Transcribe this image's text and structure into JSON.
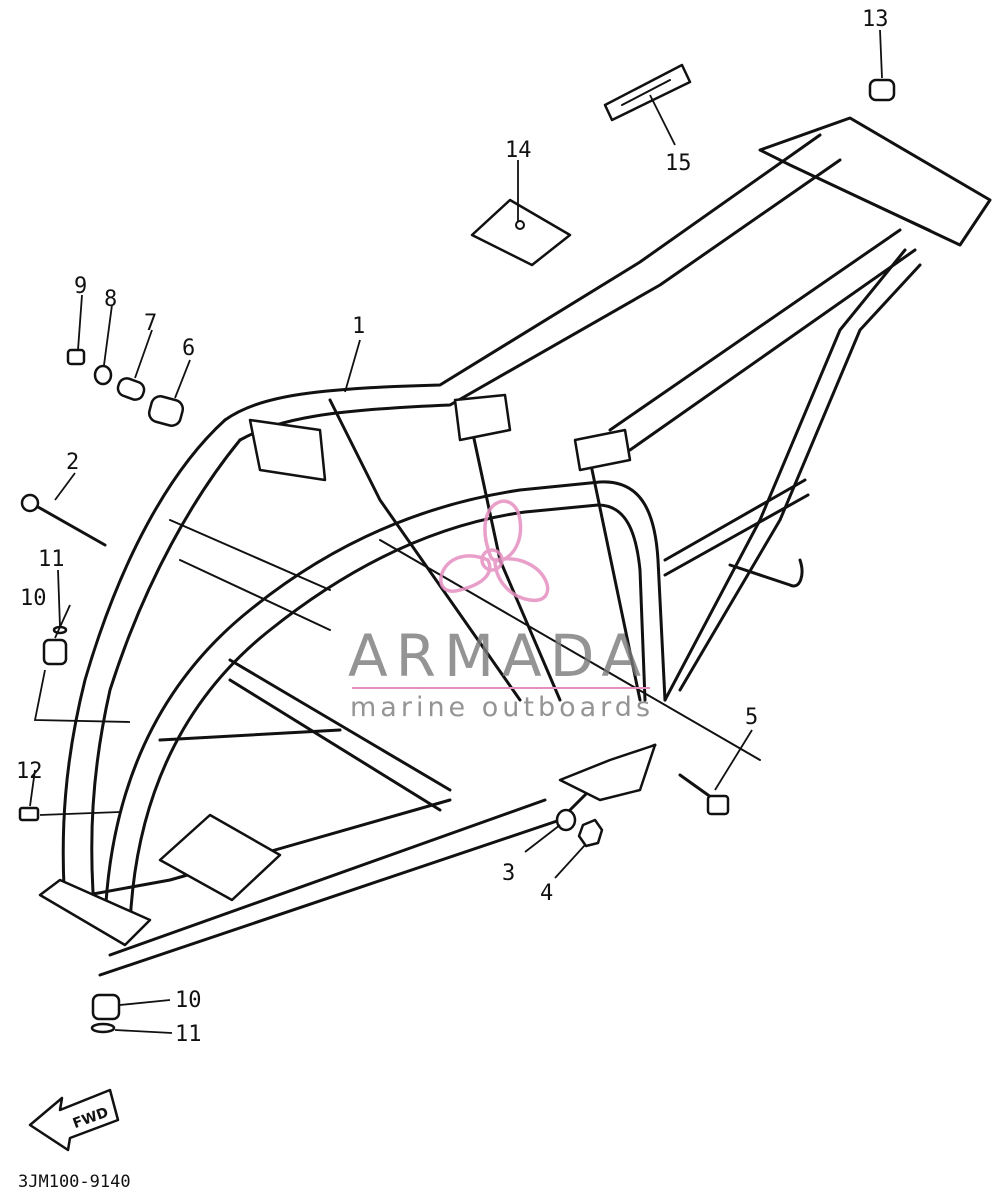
{
  "callouts": {
    "c1": "1",
    "c2": "2",
    "c3": "3",
    "c4": "4",
    "c5": "5",
    "c6": "6",
    "c7": "7",
    "c8": "8",
    "c9": "9",
    "c10a": "10",
    "c10b": "10",
    "c11a": "11",
    "c11b": "11",
    "c12": "12",
    "c13": "13",
    "c14": "14",
    "c15": "15"
  },
  "diagram_code": "3JM100-9140",
  "fwd_label": "FWD",
  "watermark": {
    "title": "ARMADA",
    "subtitle": "marine outboards",
    "accent_color": "#e58fc0",
    "text_color": "#7a7a7a"
  }
}
